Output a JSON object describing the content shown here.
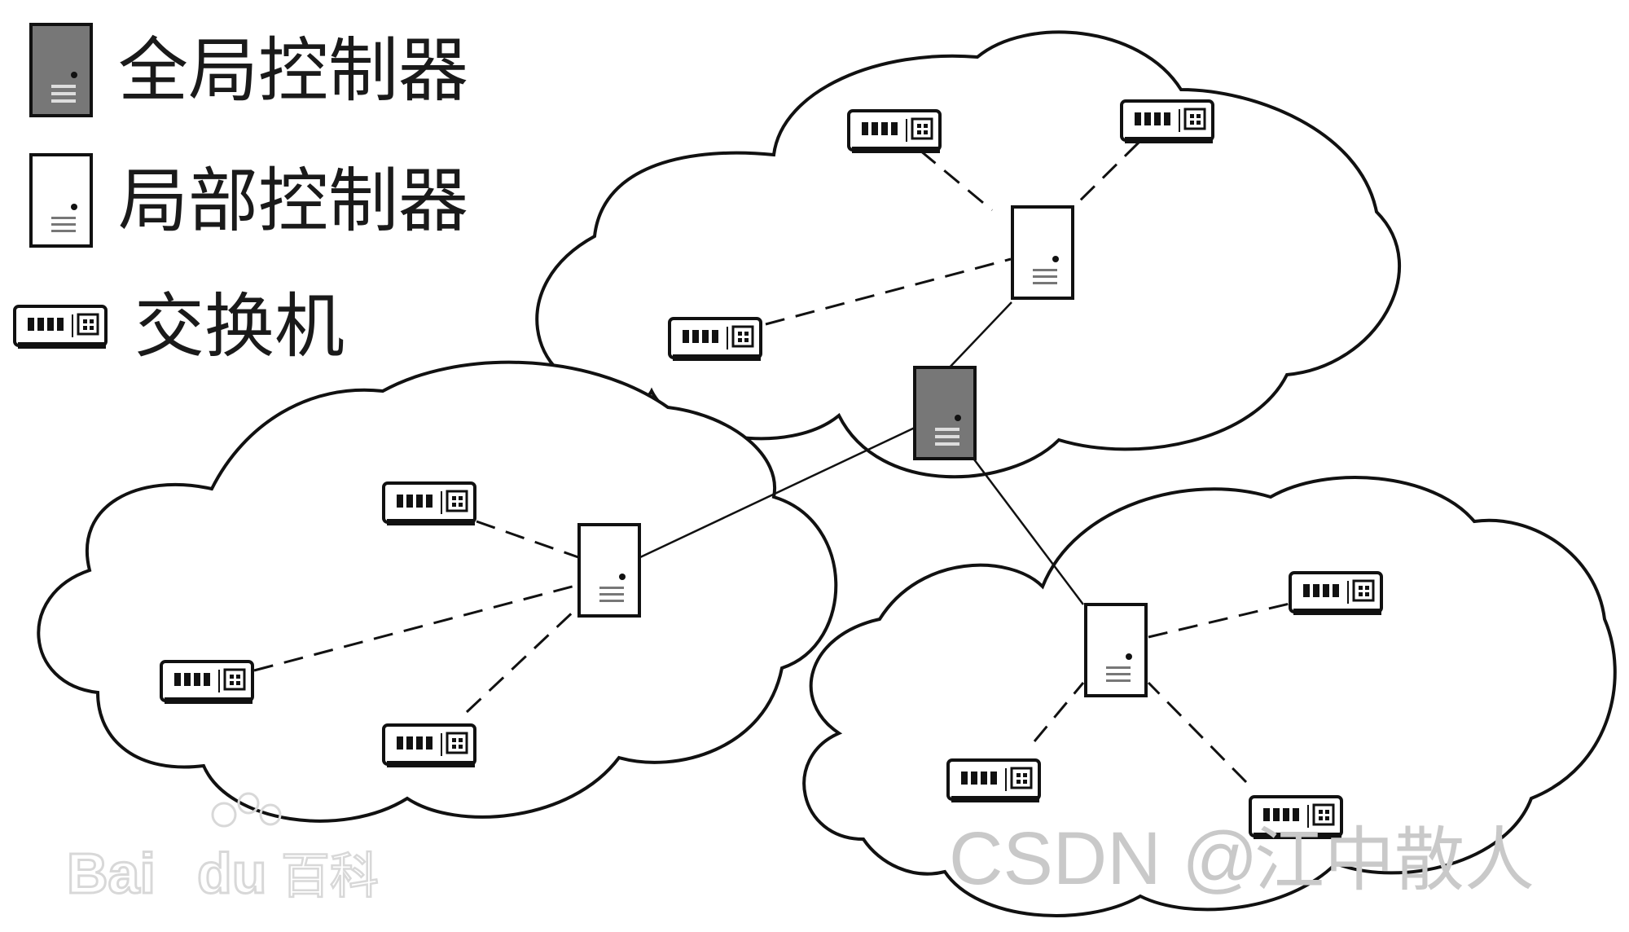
{
  "legend": {
    "global_controller": "全局控制器",
    "local_controller": "局部控制器",
    "switch": "交换机"
  },
  "watermarks": {
    "csdn": "CSDN @",
    "csdn_author": "江中散人",
    "baidu": "Bai",
    "baidu_cn": "百科"
  },
  "colors": {
    "global_controller_fill": "#777777",
    "local_controller_fill": "#ffffff",
    "line": "#111111",
    "watermark": "#c9c9c9"
  },
  "icons": {
    "global_controller": "server-tower-dark-icon",
    "local_controller": "server-tower-light-icon",
    "switch": "network-switch-icon"
  }
}
